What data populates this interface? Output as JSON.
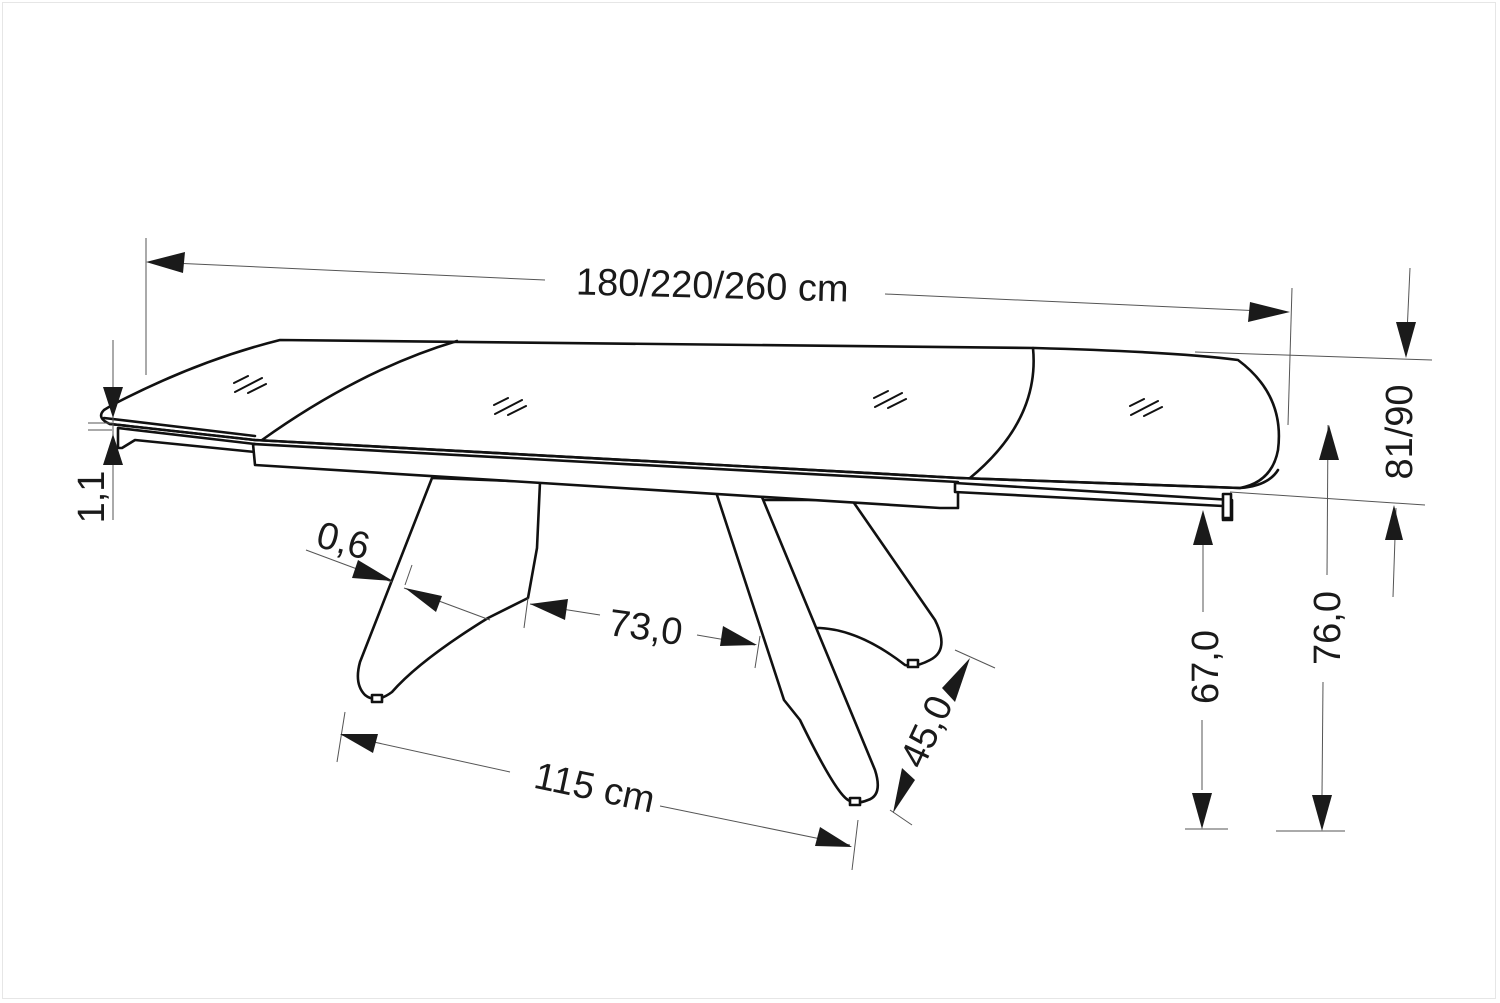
{
  "drawing": {
    "subject": "Extendable table with glass top and crossed legs",
    "units": "cm",
    "background_color": "#ffffff",
    "line_color": "#111111"
  },
  "dimensions": {
    "length": {
      "label": "180/220/260 cm",
      "meaning": "table length (closed / extended / fully extended)"
    },
    "depth": {
      "label": "81/90",
      "meaning": "table depth"
    },
    "top_thickness": {
      "label": "1,1",
      "meaning": "glass top thickness"
    },
    "leg_thickness": {
      "label": "0,6",
      "meaning": "leg plate thickness"
    },
    "leg_spacing": {
      "label": "73,0",
      "meaning": "distance between legs at frame"
    },
    "base_length": {
      "label": "115 cm",
      "meaning": "base footprint length"
    },
    "base_width": {
      "label": "45,0",
      "meaning": "base footprint width"
    },
    "clearance_height": {
      "label": "67,0",
      "meaning": "floor to underside of frame"
    },
    "total_height": {
      "label": "76,0",
      "meaning": "overall table height"
    }
  },
  "glass_marks": {
    "symbol": "//",
    "count": 4
  }
}
